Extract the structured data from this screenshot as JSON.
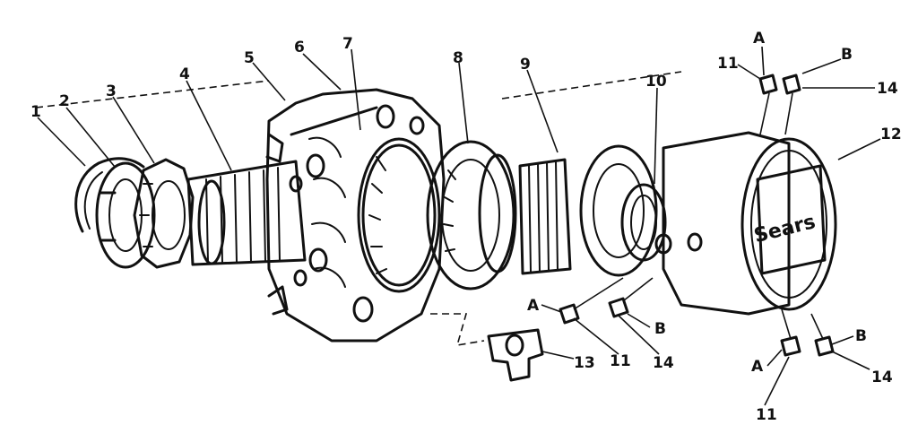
{
  "labels": {
    "n1": "1",
    "n2": "2",
    "n3": "3",
    "n4": "4",
    "n5": "5",
    "n6": "6",
    "n7": "7",
    "n8": "8",
    "n9": "9",
    "n10": "10",
    "n11_top": "11",
    "a_top": "A",
    "b_top": "B",
    "n14_top": "14",
    "n12": "12",
    "a_mid": "A",
    "n11_mid": "11",
    "n14_mid": "14",
    "b_mid": "B",
    "n13": "13",
    "a_bot": "A",
    "n11_bot": "11",
    "b_bot": "B",
    "n14_bot": "14"
  },
  "badge": {
    "brand": "Sears"
  },
  "colors": {
    "ink": "#111111",
    "paper": "#ffffff"
  }
}
